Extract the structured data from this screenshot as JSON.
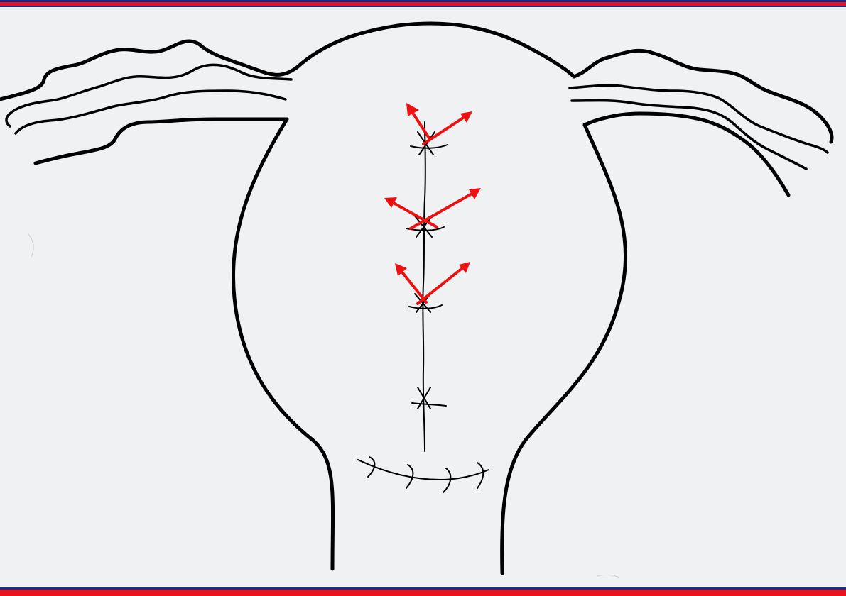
{
  "diagram": {
    "subject": "uterine-incision-repair-sketch",
    "colors": {
      "frame_outer": "#1a2a8c",
      "frame_inner": "#e8141c",
      "paper": "#f0f1f3",
      "ink": "#000000",
      "arrows": "#ee1111"
    },
    "suture_stitches_vertical": 4,
    "suture_stitches_transverse": 4,
    "tension_arrow_groups": 3,
    "labels": []
  }
}
